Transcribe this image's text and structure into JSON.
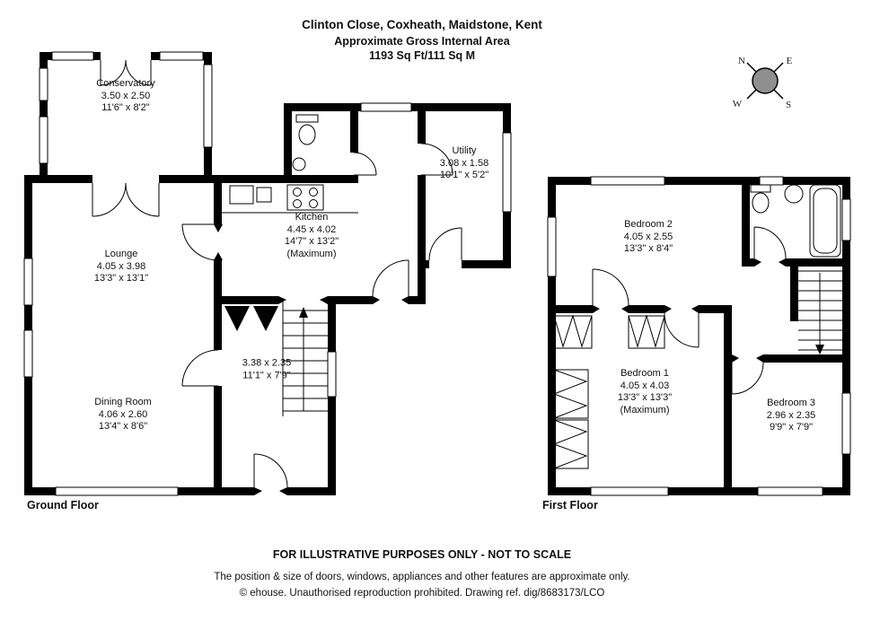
{
  "header": {
    "title": "Clinton Close, Coxheath, Maidstone, Kent",
    "subtitle": "Approximate Gross Internal Area",
    "area": "1193 Sq Ft/111 Sq M"
  },
  "compass": {
    "north": "N",
    "east": "E",
    "south": "S",
    "west": "W"
  },
  "floors": {
    "ground": {
      "label": "Ground Floor",
      "rooms": {
        "conservatory": {
          "name": "Conservatory",
          "metric": "3.50 x 2.50",
          "imperial": "11'6\" x 8'2\""
        },
        "lounge": {
          "name": "Lounge",
          "metric": "4.05 x 3.98",
          "imperial": "13'3\" x 13'1\""
        },
        "kitchen": {
          "name": "Kitchen",
          "metric": "4.45 x 4.02",
          "imperial": "14'7\" x 13'2\"",
          "note": "(Maximum)"
        },
        "utility": {
          "name": "Utility",
          "metric": "3.08 x 1.58",
          "imperial": "10'1\" x 5'2\""
        },
        "dining_room": {
          "name": "Dining Room",
          "metric": "4.06 x 2.60",
          "imperial": "13'4\" x 8'6\""
        },
        "hall": {
          "metric": "3.38 x 2.35",
          "imperial": "11'1\" x 7'9\""
        }
      }
    },
    "first": {
      "label": "First Floor",
      "rooms": {
        "bedroom2": {
          "name": "Bedroom 2",
          "metric": "4.05 x 2.55",
          "imperial": "13'3\" x 8'4\""
        },
        "bedroom1": {
          "name": "Bedroom 1",
          "metric": "4.05 x 4.03",
          "imperial": "13'3\" x 13'3\"",
          "note": "(Maximum)"
        },
        "bedroom3": {
          "name": "Bedroom 3",
          "metric": "2.96 x 2.35",
          "imperial": "9'9\" x 7'9\""
        }
      }
    }
  },
  "footer": {
    "disclaimer": "FOR ILLUSTRATIVE PURPOSES ONLY - NOT TO SCALE",
    "note": "The position & size of doors, windows, appliances and other features are approximate only.",
    "copyright": "© ehouse. Unauthorised reproduction prohibited. Drawing ref. dig/8683173/LCO"
  }
}
